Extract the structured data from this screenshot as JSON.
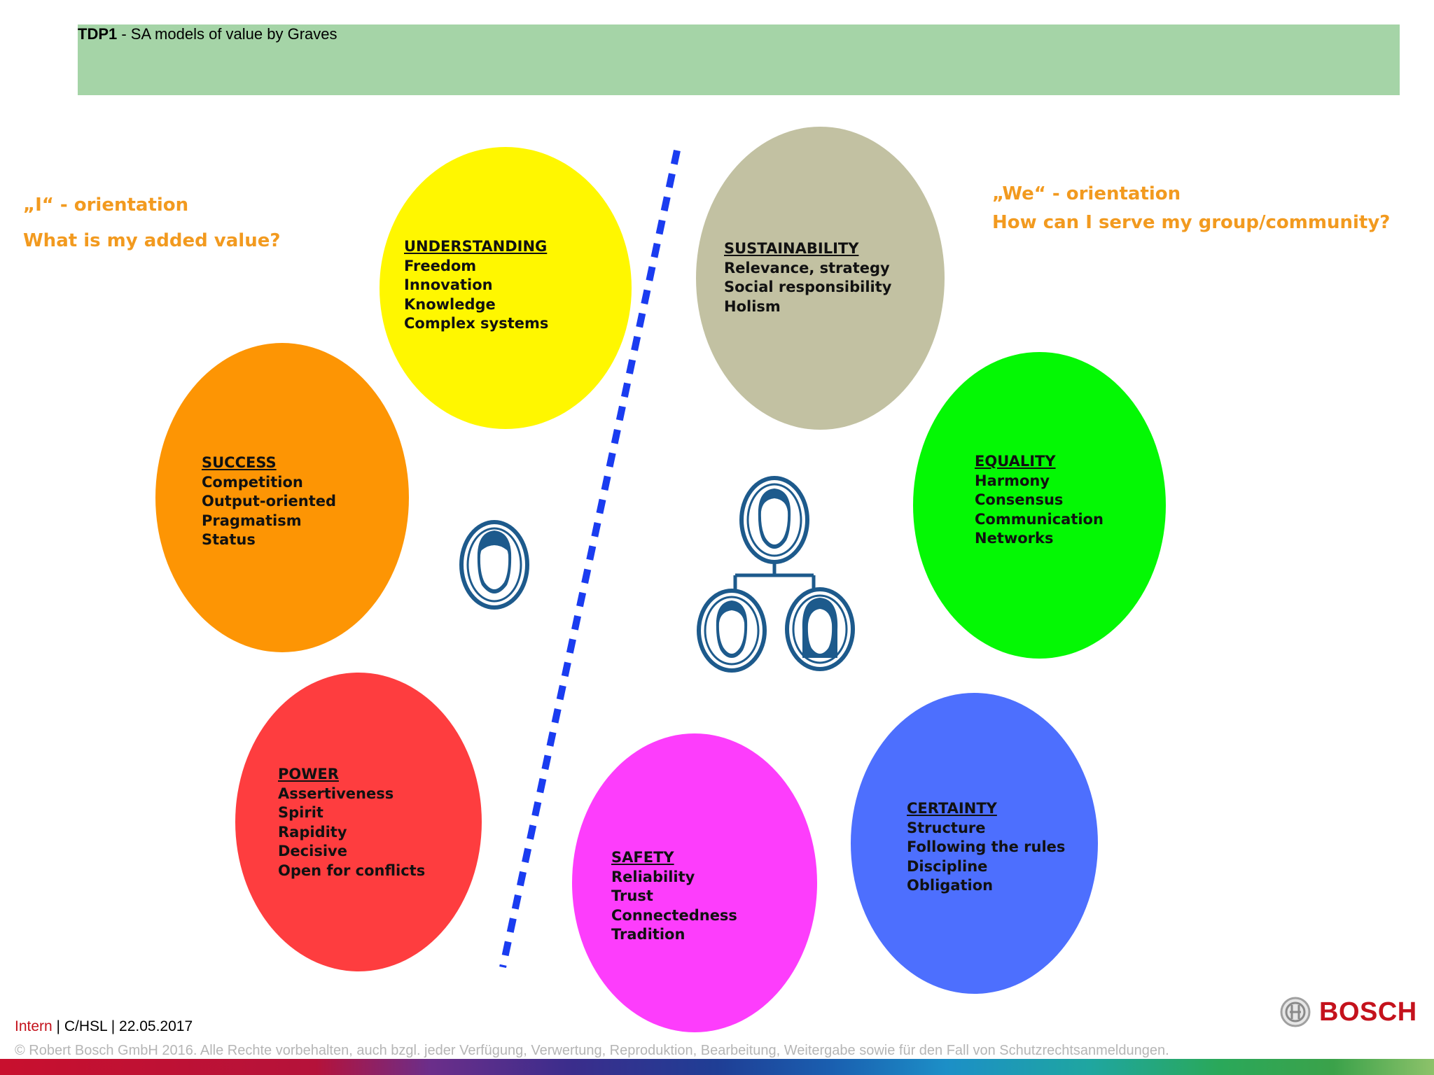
{
  "header": {
    "code": "TDP1",
    "title": " - SA models of value by Graves"
  },
  "left_orientation": {
    "line1": "„I“ - orientation",
    "line2": "What is my added value?"
  },
  "right_orientation": {
    "line1": "„We“ - orientation",
    "line2": "How can I serve my group/community?"
  },
  "bubbles": {
    "understanding": {
      "title": "UNDERSTANDING",
      "items": [
        "Freedom",
        "Innovation",
        "Knowledge",
        "Complex systems"
      ],
      "color": "#fff700"
    },
    "sustainability": {
      "title": "SUSTAINABILITY",
      "items": [
        "Relevance, strategy",
        "Social responsibility",
        "Holism"
      ],
      "color": "#c2c1a2"
    },
    "success": {
      "title": "SUCCESS",
      "items": [
        "Competition",
        "Output-oriented",
        "Pragmatism",
        "Status"
      ],
      "color": "#fd9504"
    },
    "equality": {
      "title": "EQUALITY",
      "items": [
        "Harmony",
        "Consensus",
        "Communication",
        "Networks"
      ],
      "color": "#04f804"
    },
    "power": {
      "title": "POWER",
      "items": [
        "Assertiveness",
        "Spirit",
        "Rapidity",
        "Decisive",
        "Open for conflicts"
      ],
      "color": "#fe3d3f"
    },
    "safety": {
      "title": "SAFETY",
      "items": [
        "Reliability",
        "Trust",
        "Connectedness",
        "Tradition"
      ],
      "color": "#fd3dfc"
    },
    "certainty": {
      "title": "CERTAINTY",
      "items": [
        "Structure",
        "Following the rules",
        "Discipline",
        "Obligation"
      ],
      "color": "#4d6ffe"
    }
  },
  "footer": {
    "classification": "Intern",
    "rest": " | C/HSL | 22.05.2017",
    "copyright": "© Robert Bosch GmbH 2016. Alle Rechte vorbehalten, auch bzgl. jeder Verfügung, Verwertung, Reproduktion, Bearbeitung, Weitergabe sowie für den Fall von Schutzrechtsanmeldungen.",
    "brand": "BOSCH"
  },
  "colors": {
    "header_bg": "#a5d4a7",
    "orientation_text": "#f29a1f",
    "divider": "#1a3cf0",
    "icon_blue": "#1d5a8c",
    "brand_red": "#c4121c"
  },
  "icons": [
    "single-person-icon",
    "group-hierarchy-icon",
    "bosch-logo-icon"
  ]
}
